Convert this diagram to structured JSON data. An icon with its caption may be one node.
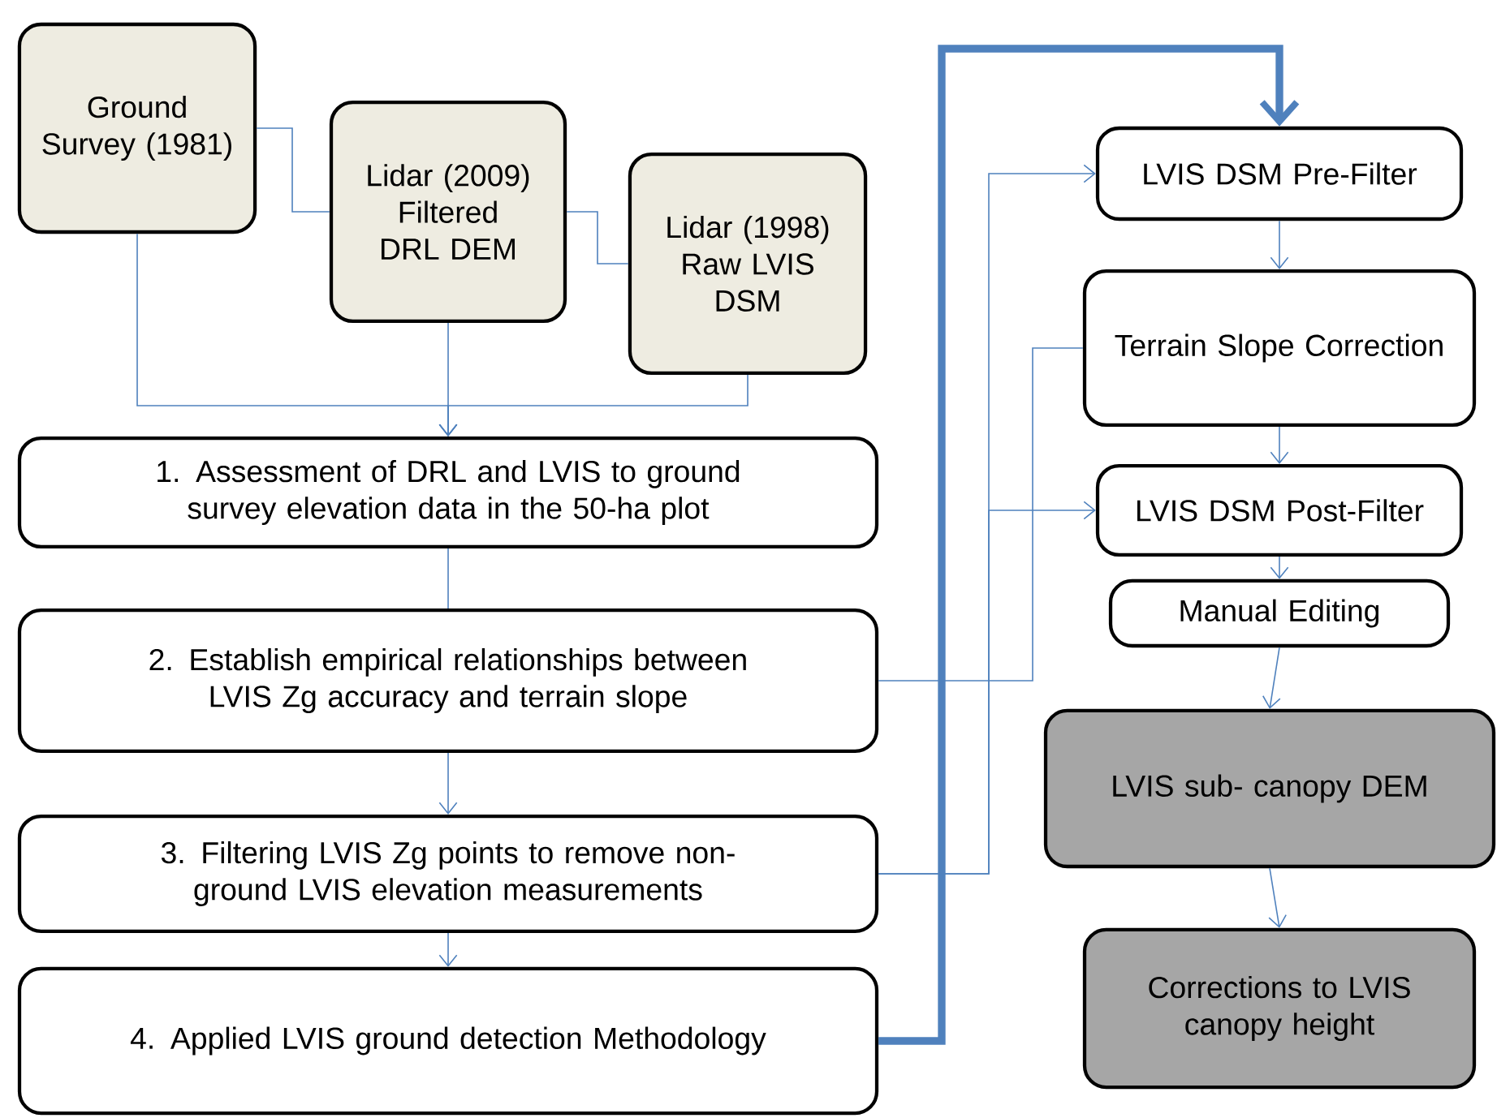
{
  "diagram": {
    "nodes": [
      {
        "text": [
          "Ground Survey (1981)"
        ]
      },
      {
        "text": [
          "Lidar (2009) Filtered DRL DEM"
        ]
      },
      {
        "text": [
          "Lidar (1998) Raw LVIS DSM"
        ]
      },
      {
        "text": [
          "1. Assessment of DRL and LVIS to ground survey elevation data in the 50-ha plot"
        ]
      },
      {
        "text": [
          "2. Establish empirical relationships between LVIS Zg accuracy and terrain slope"
        ]
      },
      {
        "text": [
          "3.  Filtering LVIS Zg points to remove non-ground LVIS elevation measurements"
        ]
      },
      {
        "text": [
          "4. Applied LVIS ground detection Methodology"
        ]
      },
      {
        "text": [
          "LVIS DSM Pre-Filter"
        ]
      },
      {
        "text": [
          "Terrain Slope Correction"
        ]
      },
      {
        "text": [
          "LVIS DSM Post-Filter"
        ]
      },
      {
        "text": [
          "Manual Editing"
        ]
      },
      {
        "text": [
          "LVIS sub- canopy DEM"
        ]
      },
      {
        "text": [
          "Corrections to LVIS canopy height"
        ]
      }
    ],
    "edges": [
      {
        "from": 0,
        "to": 1,
        "arrow": "none"
      },
      {
        "from": 1,
        "to": 2,
        "arrow": "none"
      },
      {
        "from": 0,
        "to": 3,
        "arrow": "to"
      },
      {
        "from": 1,
        "to": 3,
        "arrow": "to"
      },
      {
        "from": 2,
        "to": 3,
        "arrow": "to"
      },
      {
        "from": 3,
        "to": 4,
        "arrow": "none"
      },
      {
        "from": 4,
        "to": 5,
        "arrow": "to"
      },
      {
        "from": 5,
        "to": 6,
        "arrow": "to"
      },
      {
        "from": 6,
        "to": 7,
        "arrow": "to",
        "style": "thick"
      },
      {
        "from": 4,
        "to": 8,
        "arrow": "none"
      },
      {
        "from": 5,
        "to": 7,
        "arrow": "to"
      },
      {
        "from": 5,
        "to": 9,
        "arrow": "to"
      },
      {
        "from": 7,
        "to": 8,
        "arrow": "to"
      },
      {
        "from": 8,
        "to": 9,
        "arrow": "to"
      },
      {
        "from": 9,
        "to": 10,
        "arrow": "to"
      },
      {
        "from": 10,
        "to": 11,
        "arrow": "to"
      },
      {
        "from": 11,
        "to": 12,
        "arrow": "to"
      }
    ]
  }
}
